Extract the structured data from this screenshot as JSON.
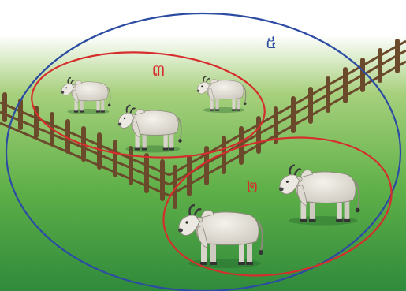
{
  "scene": {
    "labels": {
      "total": "៥",
      "group_top": "៣",
      "group_bottom": "២"
    },
    "colors": {
      "sky_top": "#ffffff",
      "grass_light": "#a7d07d",
      "grass_mid": "#5fb048",
      "grass_dark": "#2f8a3b",
      "outer_ellipse": "#2c4ba3",
      "inner_ellipse": "#d62d2d",
      "label_blue": "#2c4ba3",
      "label_red": "#d62d2d",
      "fence": "#6b4a2b",
      "cow_body": "#e9e6df",
      "cow_shadow": "#c9c4ba"
    }
  }
}
